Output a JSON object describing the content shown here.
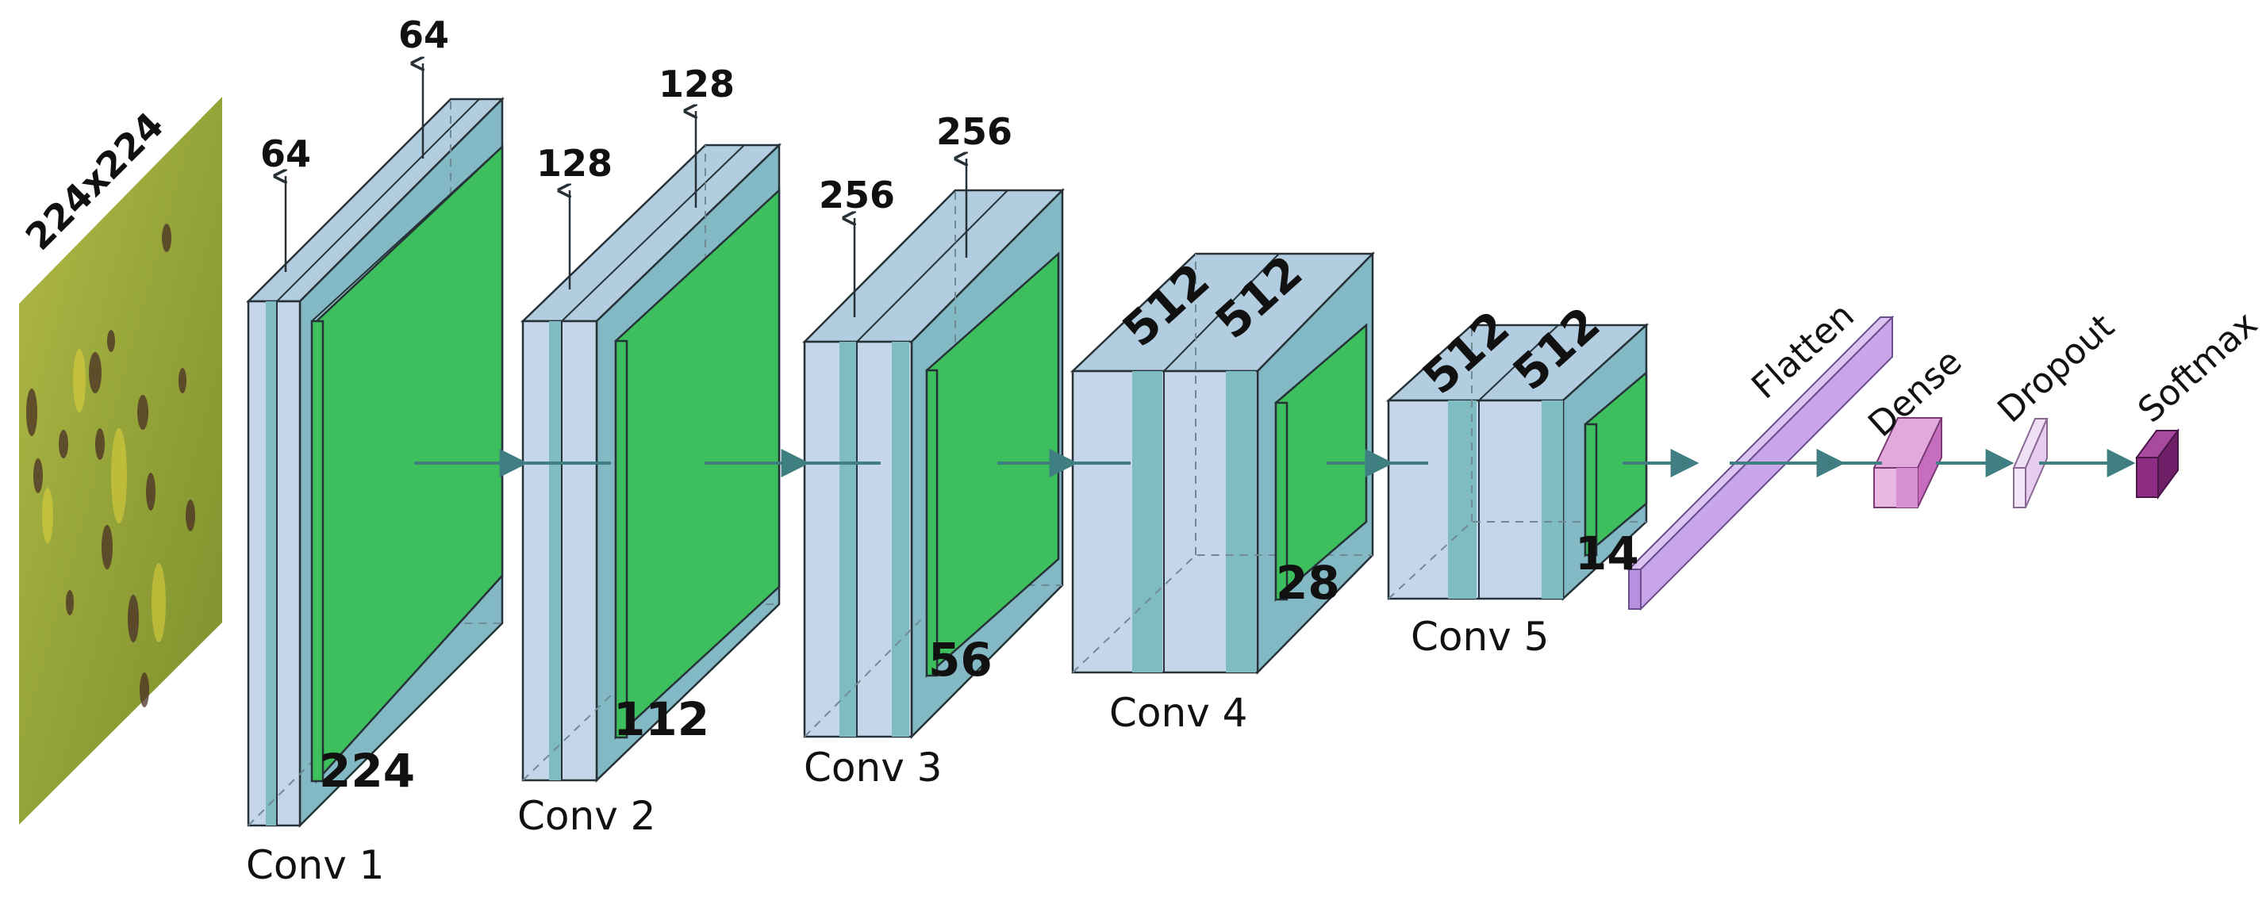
{
  "input": {
    "size_label": "224x224"
  },
  "blocks": [
    {
      "name": "Conv 1",
      "depth_labels": [
        "64",
        "64"
      ],
      "spatial": "224"
    },
    {
      "name": "Conv 2",
      "depth_labels": [
        "128",
        "128"
      ],
      "spatial": "112"
    },
    {
      "name": "Conv 3",
      "depth_labels": [
        "256",
        "256"
      ],
      "spatial": "56"
    },
    {
      "name": "Conv 4",
      "depth_labels": [
        "512",
        "512"
      ],
      "spatial": "28"
    },
    {
      "name": "Conv 5",
      "depth_labels": [
        "512",
        "512"
      ],
      "spatial": "14"
    }
  ],
  "dense_layers": [
    {
      "name": "Flatten"
    },
    {
      "name": "Dense"
    },
    {
      "name": "Dropout"
    },
    {
      "name": "Softmax"
    }
  ],
  "colors": {
    "slab_face": "#c5d6ea",
    "slab_band": "#7fbcc2",
    "slab_top": "#b3cde0",
    "slab_side": "#82b9c4",
    "pool_face": "#3cbf5c",
    "pool_side": "#8fc7c4",
    "edge": "#263238",
    "arrow": "#3f7f82",
    "flatten": "#c9a6ea",
    "dense": "#cf7ec8",
    "dropout": "#e6cdf0",
    "softmax": "#8e2d84"
  }
}
